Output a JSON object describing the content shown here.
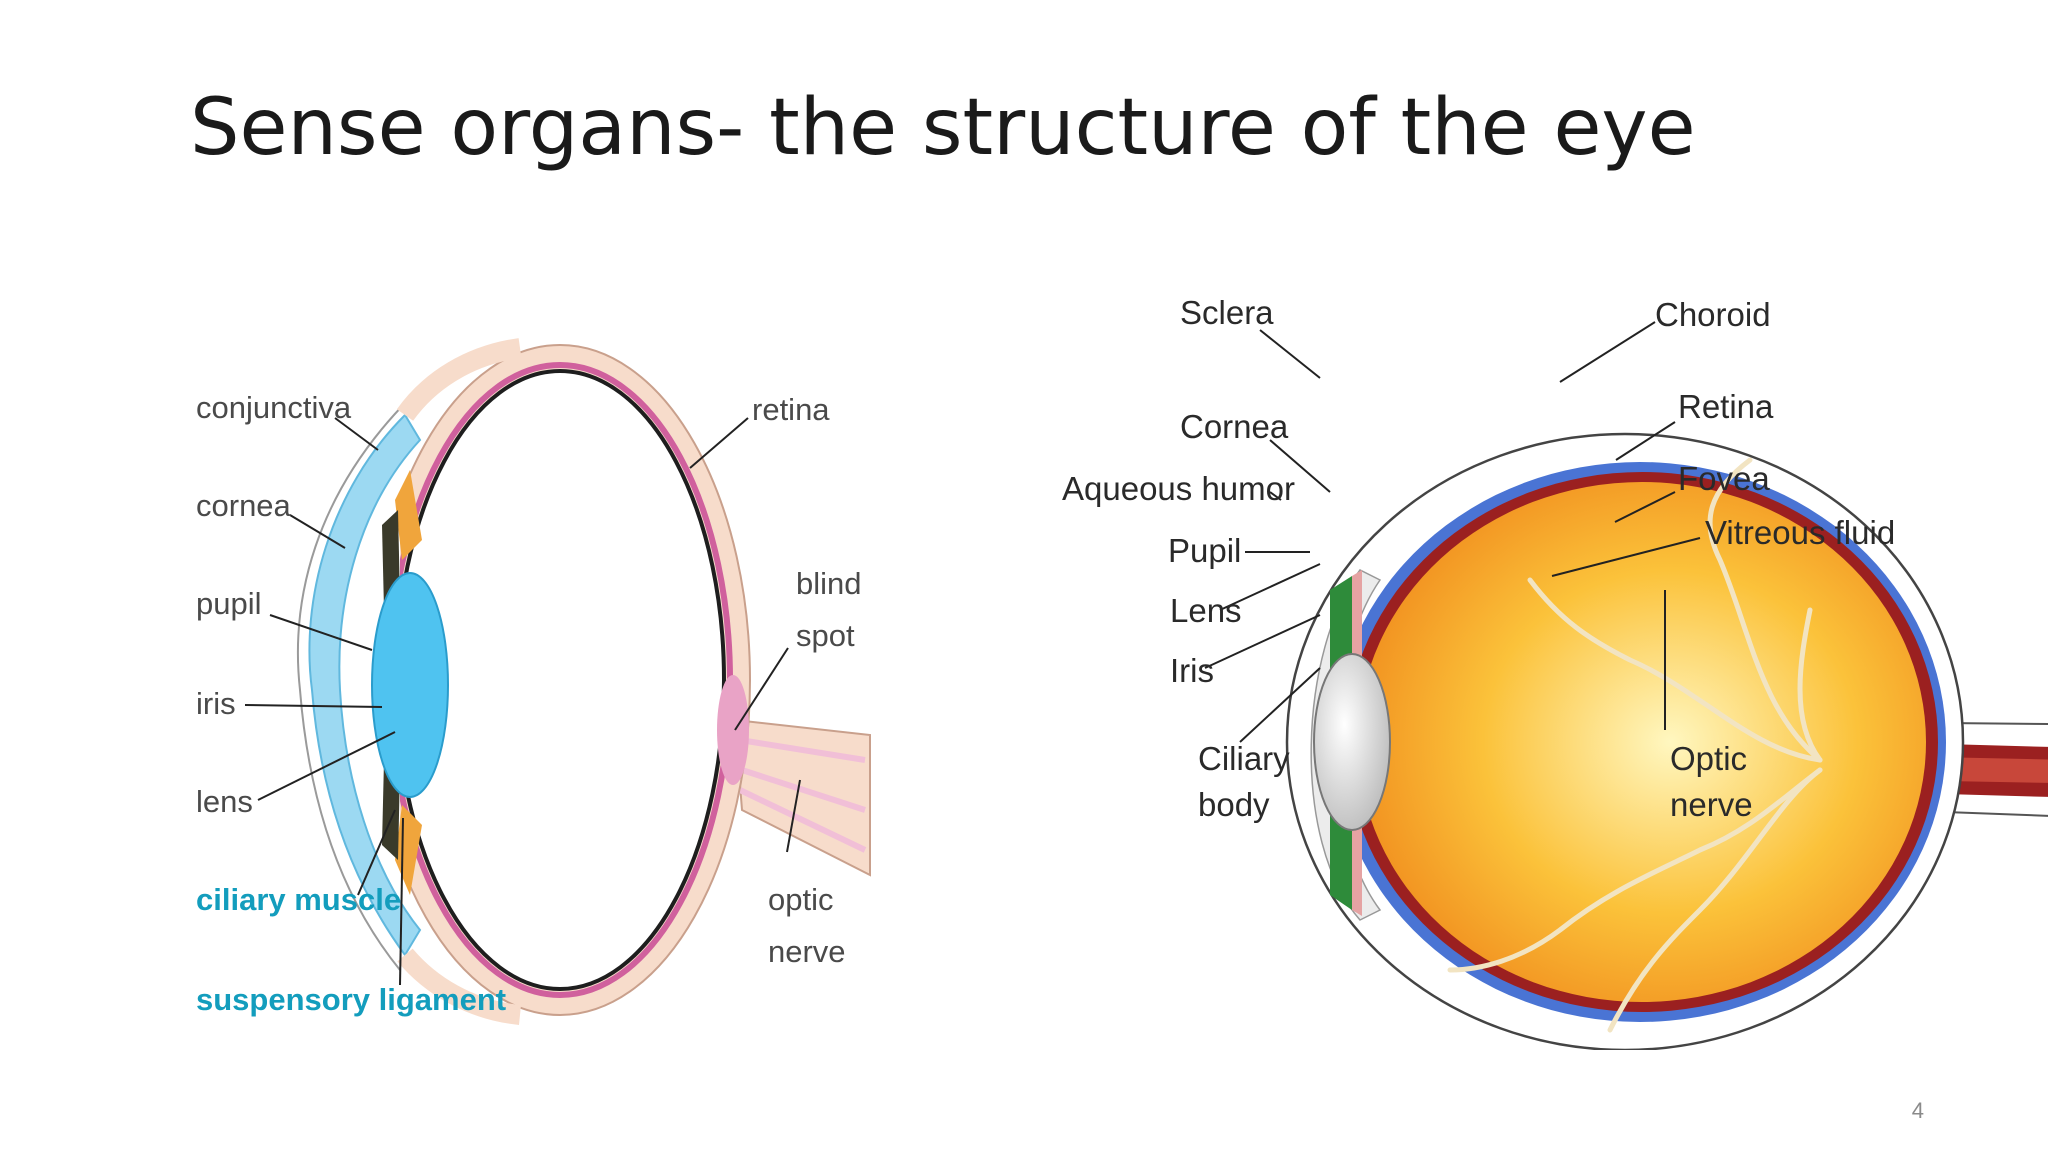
{
  "slide": {
    "title": "Sense organs- the structure of the eye",
    "page_number": "4"
  },
  "left_diagram": {
    "labels": {
      "conjunctiva": "conjunctiva",
      "cornea": "cornea",
      "pupil": "pupil",
      "iris": "iris",
      "lens": "lens",
      "ciliary_muscle": "ciliary muscle",
      "suspensory_ligament": "suspensory ligament",
      "retina": "retina",
      "blind_spot_1": "blind",
      "blind_spot_2": "spot",
      "optic_nerve_1": "optic",
      "optic_nerve_2": "nerve"
    },
    "colors": {
      "accent_label": "#139dbd",
      "sclera": "#f7dccb",
      "retina": "#d0609d",
      "lens": "#4fc3f0"
    }
  },
  "right_diagram": {
    "labels": {
      "sclera": "Sclera",
      "cornea": "Cornea",
      "aqueous_humor": "Aqueous humor",
      "pupil": "Pupil",
      "lens": "Lens",
      "iris": "Iris",
      "ciliary_body_1": "Ciliary",
      "ciliary_body_2": "body",
      "choroid": "Choroid",
      "retina": "Retina",
      "fovea": "Fovea",
      "vitreous_fluid": "Vitreous fluid",
      "optic_nerve_1": "Optic",
      "optic_nerve_2": "nerve"
    },
    "colors": {
      "vitreous": "#f5a623",
      "choroid": "#9b2020",
      "retina": "#4a74d4",
      "iris": "#2e8b3a"
    }
  }
}
